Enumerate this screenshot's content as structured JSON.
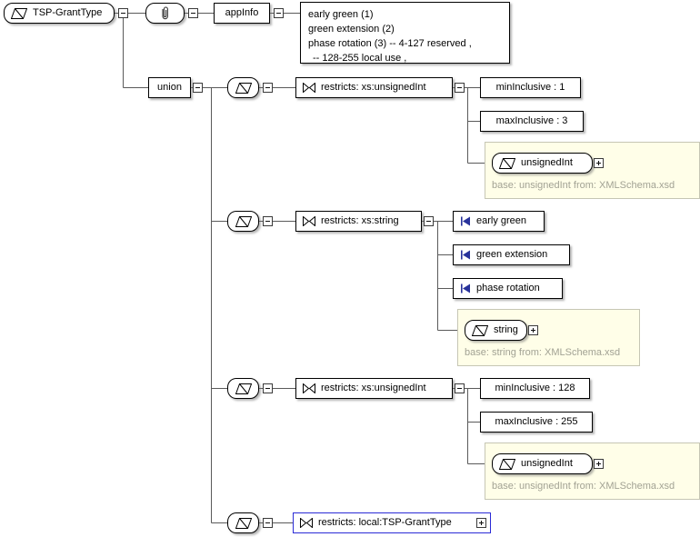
{
  "root": {
    "label": "TSP-GrantType"
  },
  "annotation": {
    "appinfo_label": "appInfo",
    "doc_lines": [
      "early green (1)",
      "green extension (2)",
      "phase rotation (3) -- 4-127 reserved ,",
      "-- 128-255 local use ,"
    ]
  },
  "union_label": "union",
  "branches": [
    {
      "restriction_label": "restricts: xs:unsignedInt",
      "facets": [
        "minInclusive : 1",
        "maxInclusive : 3"
      ],
      "base_type": "unsignedInt",
      "base_caption": "base: unsignedInt from: XMLSchema.xsd"
    },
    {
      "restriction_label": "restricts: xs:string",
      "enums": [
        "early green",
        "green extension",
        "phase rotation"
      ],
      "base_type": "string",
      "base_caption": "base: string from: XMLSchema.xsd"
    },
    {
      "restriction_label": "restricts: xs:unsignedInt",
      "facets": [
        "minInclusive : 128",
        "maxInclusive : 255"
      ],
      "base_type": "unsignedInt",
      "base_caption": "base: unsignedInt from: XMLSchema.xsd"
    },
    {
      "restriction_label": "restricts: local:TSP-GrantType"
    }
  ],
  "colors": {
    "selection": "#2b2bd6",
    "base_group_bg": "#fffee8",
    "enum_icon": "#28329b",
    "connector_line": "#5a5a5a"
  }
}
